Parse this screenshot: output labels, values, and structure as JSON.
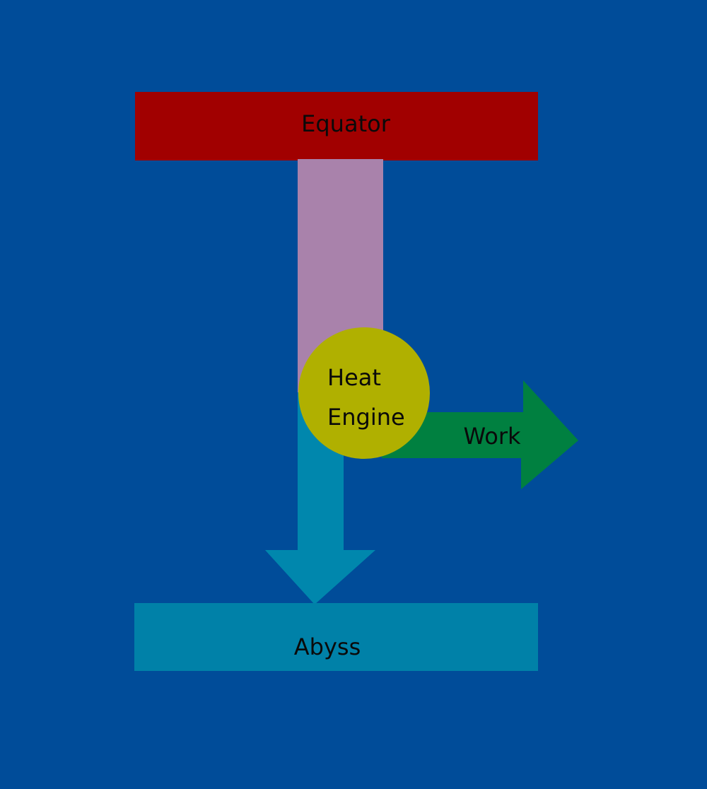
{
  "diagram": {
    "equator_label": "Equator",
    "engine_label_line1": "Heat",
    "engine_label_line2": "Engine",
    "work_label": "Work",
    "abyss_label": "Abyss"
  },
  "colors": {
    "background": "#004c99",
    "equator": "#a10000",
    "heat_flow_in": "#a982ab",
    "heat_engine": "#b0b000",
    "heat_flow_out": "#0087ad",
    "work": "#008040",
    "abyss": "#0081a8"
  }
}
